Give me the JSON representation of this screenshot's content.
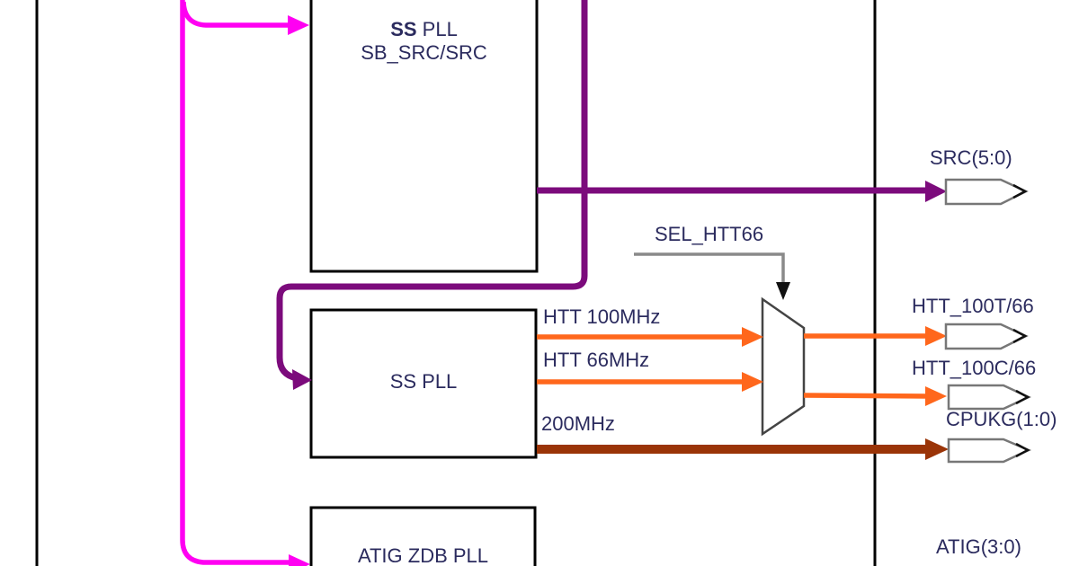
{
  "colors": {
    "magenta": "#ff00f2",
    "purple": "#7c0b7c",
    "orange": "#ff671c",
    "brown": "#9a3407",
    "select_gray": "#8a8a8a",
    "line_black": "#000000",
    "connector_gray": "#777777",
    "text": "#2b2b5e"
  },
  "blocks": {
    "top": {
      "name_bold": "SS",
      "name_rest": " PLL",
      "subtitle": "SB_SRC/SRC"
    },
    "middle": {
      "name": "SS PLL"
    },
    "bottom": {
      "name": "ATIG ZDB PLL"
    }
  },
  "mux": {
    "select_label": "SEL_HTT66"
  },
  "wires": {
    "htt100_label": "HTT 100MHz",
    "htt66_label": "HTT 66MHz",
    "mhz200_label": "200MHz"
  },
  "outputs": {
    "src_label": "SRC(5:0)",
    "htt100t_label": "HTT_100T/66",
    "htt100c_label": "HTT_100C/66",
    "cpukg_label": "CPUKG(1:0)",
    "atig_label": "ATIG(3:0)"
  }
}
